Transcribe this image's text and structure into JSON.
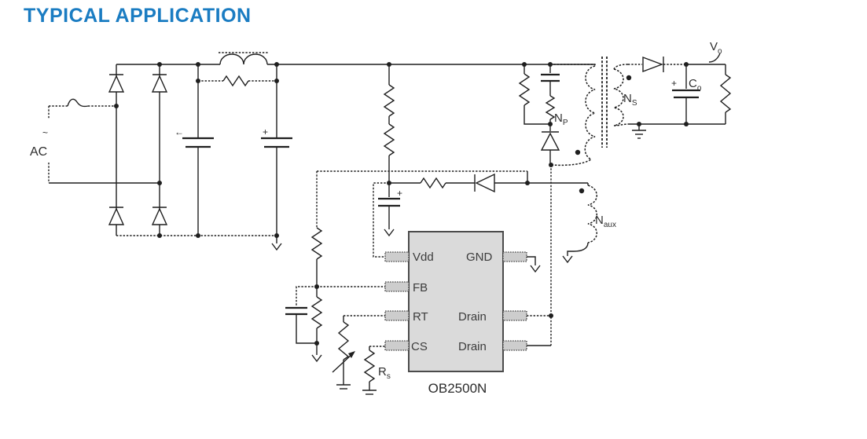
{
  "title": "TYPICAL APPLICATION",
  "colors": {
    "title": "#1a7cc2",
    "line": "#1f1f1f",
    "ic_fill": "#dadada",
    "ic_border": "#4b4b4b"
  },
  "schematic": {
    "ac": {
      "label": "AC",
      "wave_mark": "~"
    },
    "bulk_caps": {
      "cap1_mark": "←",
      "cap2_mark": "+"
    },
    "vdd_cap_mark": "+",
    "transformer": {
      "primary": {
        "main": "N",
        "sub": "P"
      },
      "secondary": {
        "main": "N",
        "sub": "S"
      },
      "aux": {
        "main": "N",
        "sub": "aux"
      }
    },
    "output": {
      "voltage": {
        "main": "V",
        "sub": "o"
      },
      "cap": {
        "main": "C",
        "sub": "o"
      },
      "cap_mark": "+"
    },
    "sense_resistor": {
      "main": "R",
      "sub": "s"
    },
    "ic": {
      "part_number": "OB2500N",
      "pins_left": [
        "Vdd",
        "FB",
        "RT",
        "CS"
      ],
      "pins_right": [
        "GND",
        "Drain",
        "Drain"
      ]
    }
  }
}
